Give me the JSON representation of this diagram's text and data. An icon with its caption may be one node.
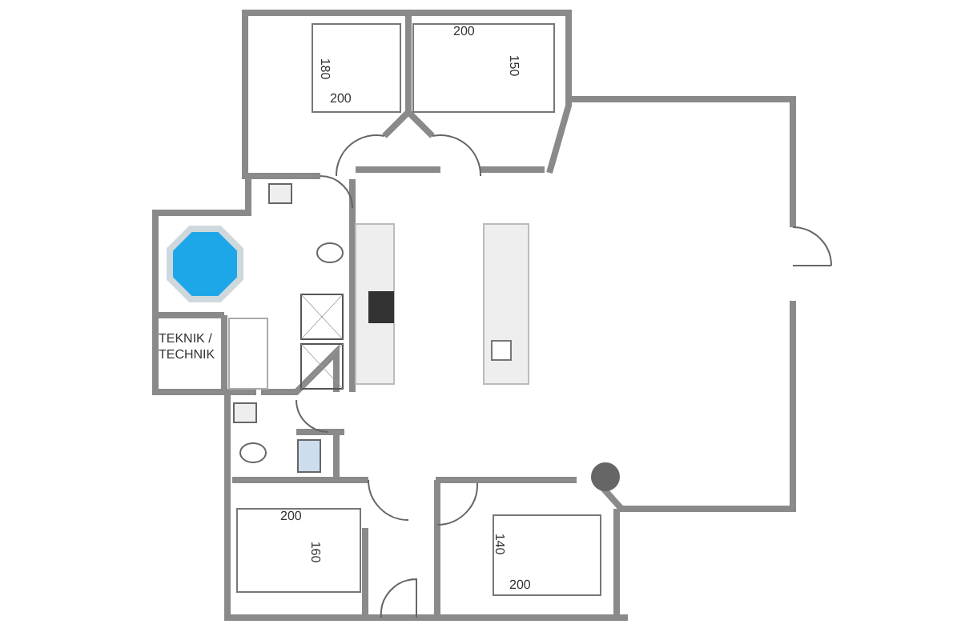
{
  "diagram": {
    "labels": [
      "200",
      "180",
      "200",
      "150",
      "TEKNIK / TECHNIK",
      "200",
      "160",
      "140",
      "200"
    ]
  }
}
